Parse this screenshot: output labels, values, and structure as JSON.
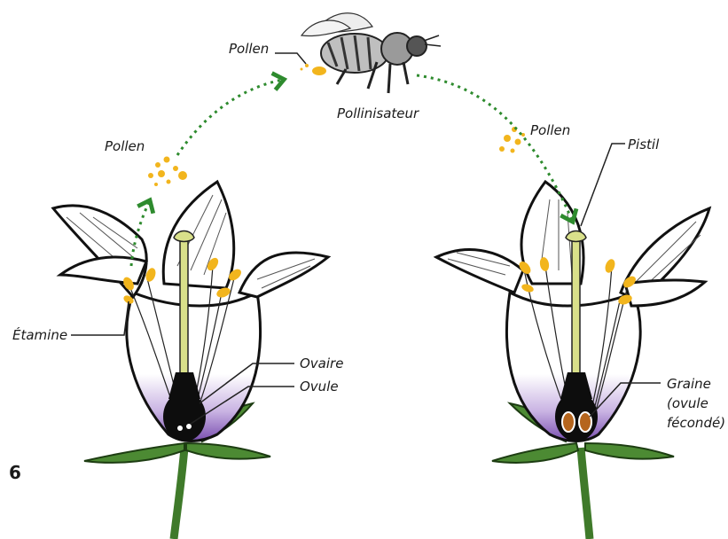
{
  "figure_number": "6",
  "labels": {
    "pollen_bee": "Pollen",
    "pollinator": "Pollinisateur",
    "pollen_left": "Pollen",
    "pollen_right": "Pollen",
    "pistil": "Pistil",
    "stamen": "Étamine",
    "ovary": "Ovaire",
    "ovule": "Ovule",
    "seed_line1": "Graine",
    "seed_line2": "(ovule",
    "seed_line3": "fécondé)"
  },
  "colors": {
    "pollen": "#f2b51d",
    "arrow": "#2e8b2e",
    "stem": "#3f7a2a",
    "pistil": "#d9e08a",
    "petal_base": "#7a4fb0",
    "seed": "#b5651d"
  },
  "icons": {
    "bee": "bee-icon",
    "flower_left": "flower-icon",
    "flower_right": "flower-icon"
  }
}
